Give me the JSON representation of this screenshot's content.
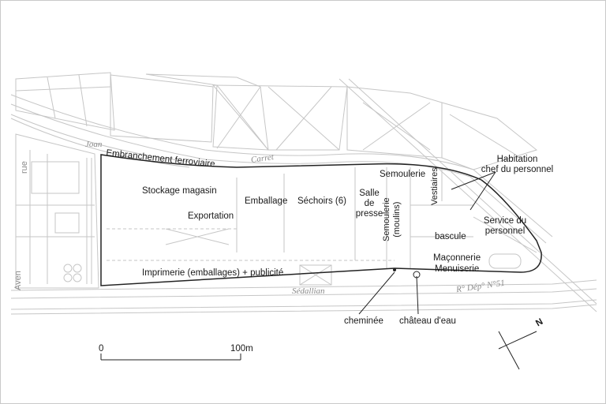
{
  "labels": {
    "embranchement": "Embranchement ferroviaire",
    "stockage": "Stockage magasin",
    "exportation": "Exportation",
    "emballage": "Emballage",
    "sechoirs": "Séchoirs (6)",
    "salle_presse": "Salle\nde\npresse",
    "semoulerie_moulins": "Semoulerie\n(moulins)",
    "semoulerie": "Semoulerie",
    "vestiaires": "Vestiaires",
    "habitation": "Habitation\nchef du personnel",
    "service": "Service du\npersonnel",
    "bascule": "bascule",
    "maconnerie": "Maçonnerie",
    "menuiserie": "Menuiserie",
    "imprimerie": "Imprimerie (emballages) + publicité",
    "cheminee": "cheminée",
    "chateau": "château d'eau"
  },
  "street_labels": {
    "joan": "Joan",
    "carret": "Carret",
    "sedallian": "Sédallian",
    "rn": "R° Dép° N°51",
    "avenue": "Aven",
    "left_road": "rue"
  },
  "scale_bar": {
    "start": "0",
    "end": "100m"
  },
  "north": {
    "label": "N"
  },
  "colors": {
    "plan_line": "#c6c6c6",
    "outline": "#222222",
    "text": "#1a1a1a",
    "street": "#8a8a8a"
  }
}
